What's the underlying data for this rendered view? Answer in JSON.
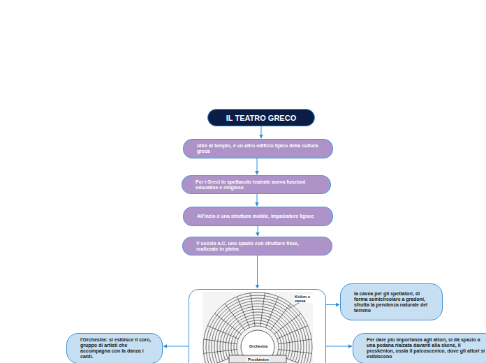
{
  "diagram": {
    "nodes": [
      {
        "text": [
          "IL TEATRO GRECO"
        ]
      },
      {
        "text": [
          "oltre al tempio, è un altro edificio tipico della cultura greca"
        ]
      },
      {
        "text": [
          "Per i Greci lo spettacolo teatrale aveva funzioni educative e religiose"
        ]
      },
      {
        "text": [
          "All'inzio è una struttura mobile, impalcature lignee"
        ]
      },
      {
        "text": [
          "V secolo a.C. uno spazio con strutture fisse, realizzate in pietra"
        ]
      },
      {
        "text": [
          "Kóilon o cavea",
          "Orchestra",
          "Proskénion"
        ]
      },
      {
        "text": [
          "la cavea per gli spettatori, di forma semicircolare a gradoni, sfrutta la pendenza naturale del terreno"
        ]
      },
      {
        "text": [
          "Per dare più importanza agli attori, si dà spazio a una pedana rialzata davanti alla skené, il proskénion, ossia il palcoscenico, dove gli attori si esibiscono"
        ]
      },
      {
        "text": [
          "l'Orchestra: si esibisce il coro, gruppo di artisti che accompagna con la danza i canti."
        ]
      }
    ],
    "edges": [
      {
        "from": 0,
        "to": 1,
        "arrow": "to"
      },
      {
        "from": 1,
        "to": 2,
        "arrow": "to"
      },
      {
        "from": 2,
        "to": 3,
        "arrow": "to"
      },
      {
        "from": 3,
        "to": 4,
        "arrow": "to"
      },
      {
        "from": 4,
        "to": 5,
        "arrow": "to"
      },
      {
        "from": 5,
        "to": 6,
        "arrow": "to"
      },
      {
        "from": 5,
        "to": 7,
        "arrow": "to"
      },
      {
        "from": 5,
        "to": 8,
        "arrow": "to"
      }
    ]
  }
}
